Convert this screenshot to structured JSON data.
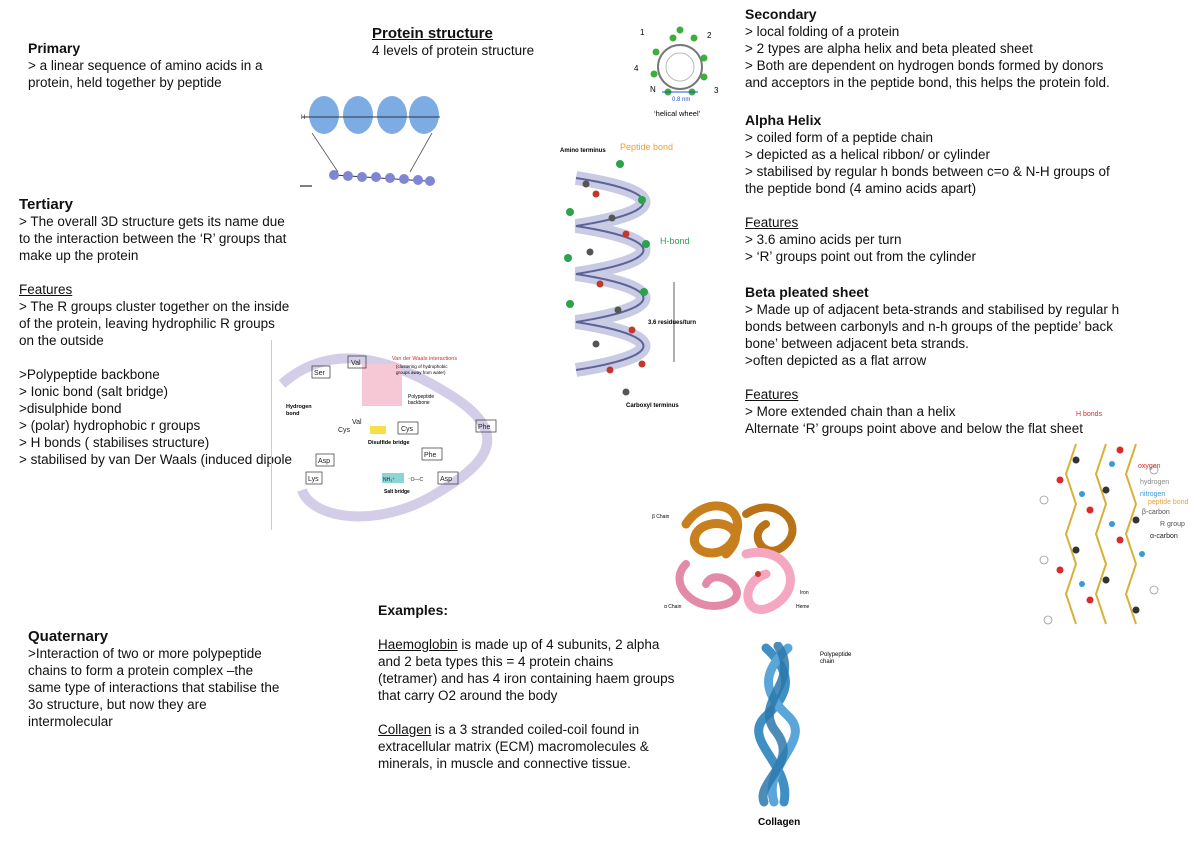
{
  "header": {
    "title": "Protein structure",
    "subtitle": "4 levels of protein structure"
  },
  "primary": {
    "heading": "Primary",
    "lines": [
      "> a linear sequence of amino acids in a",
      "protein, held together by peptide"
    ]
  },
  "tertiary": {
    "heading": "Tertiary",
    "lines": [
      "> The overall 3D structure gets its name due",
      "to the interaction between the ‘R’ groups that",
      "make up the protein"
    ],
    "features_heading": "Features",
    "features": [
      "> The R groups cluster together on the inside",
      "of the protein, leaving hydrophilic R groups",
      "on the outside"
    ],
    "bonds": [
      ">Polypeptide backbone",
      "> Ionic bond (salt bridge)",
      ">disulphide bond",
      "> (polar) hydrophobic r groups",
      "> H bonds ( stabilises structure)",
      "> stabilised by van Der Waals (induced dipole"
    ]
  },
  "quaternary": {
    "heading": "Quaternary",
    "lines": [
      ">Interaction of two or more polypeptide",
      "chains  to form a protein complex –the",
      "same type of interactions that stabilise the",
      "3o structure, but now they are",
      "intermolecular"
    ]
  },
  "examples": {
    "heading": "Examples:",
    "haemoglobin_term": "Haemoglobin",
    "haemoglobin_rest": " is made up of 4 subunits, 2 alpha",
    "haemoglobin_lines": [
      "and 2 beta types this = 4 protein chains",
      "(tetramer) and has 4 iron containing haem groups",
      "that carry O2 around the body"
    ],
    "collagen_term": "Collagen",
    "collagen_rest": " is a 3 stranded coiled-coil found in",
    "collagen_lines": [
      "extracellular matrix (ECM) macromolecules &",
      "minerals, in muscle and connective tissue."
    ]
  },
  "secondary": {
    "heading": "Secondary",
    "lines": [
      "> local folding of a protein",
      "> 2 types are alpha helix and beta pleated sheet",
      "> Both are dependent on hydrogen bonds formed by donors",
      "and acceptors in the peptide bond, this helps the protein fold."
    ]
  },
  "alpha_helix": {
    "heading": "Alpha Helix",
    "lines": [
      "> coiled form of a peptide chain",
      "> depicted as a helical ribbon/ or cylinder",
      "> stabilised by regular h bonds between c=o & N-H groups of",
      "the peptide bond (4 amino acids apart)"
    ],
    "features_heading": "Features",
    "features": [
      "> 3.6 amino acids per turn",
      "> ‘R’ groups point out from the cylinder"
    ]
  },
  "beta_sheet": {
    "heading": "Beta pleated sheet",
    "lines": [
      "> Made up of adjacent beta-strands and stabilised by regular h",
      "bonds between carbonyls and n-h groups of the peptide’ back",
      "bone’ between adjacent beta strands.",
      ">often depicted as a flat arrow"
    ],
    "features_heading": "Features",
    "features": [
      "> More extended chain than a helix",
      "Alternate ‘R’ groups point above and below the flat sheet"
    ]
  },
  "figures": {
    "helical_wheel": {
      "caption": "‘helical wheel’",
      "n1": "1",
      "n2": "2",
      "n3": "3",
      "n4": "4",
      "nN": "N",
      "scale": "0.8 nm"
    },
    "alpha_helix": {
      "amino": "Amino terminus",
      "peptide": "Peptide bond",
      "hbond": "H-bond",
      "residues": "3.6 residues/turn",
      "carboxyl": "Carboxyl terminus"
    },
    "tertiary": {
      "ser": "Ser",
      "val1": "Val",
      "val2": "Val",
      "cys1": "Cys",
      "cys2": "Cys",
      "phe1": "Phe",
      "phe2": "Phe",
      "asp1": "Asp",
      "asp2": "Asp",
      "lys": "Lys",
      "vdw": "Van der Waals interactions",
      "vdw_sub1": "(clustering of hydrophobic",
      "vdw_sub2": "groups away from water)",
      "backbone1": "Polypeptide",
      "backbone2": "backbone",
      "hbond1": "Hydrogen",
      "hbond2": "bond",
      "disulfide": "Disulfide bridge",
      "salt": "Salt bridge",
      "nh3": "NH₃⁺",
      "oc": "⁻O—C"
    },
    "haemoglobin": {
      "beta": "β Chain",
      "alpha": "α Chain",
      "iron": "Iron",
      "heme": "Heme"
    },
    "collagen": {
      "polypeptide1": "Polypeptide",
      "polypeptide2": "chain",
      "caption": "Collagen"
    },
    "beta_sheet": {
      "hbonds": "H bonds",
      "oxygen": "oxygen",
      "hydrogen": "hydrogen",
      "nitrogen": "nitrogen",
      "peptide": "peptide bond",
      "bcarbon": "β-carbon",
      "rgroup": "R group",
      "acarbon": "α-carbon"
    }
  },
  "colors": {
    "oxygen": "#d92b2b",
    "nitrogen": "#3a9ad9",
    "peptide": "#e8a13a",
    "hbond": "#2aa34a",
    "haem_beta": "#c8801e",
    "haem_alpha": "#f08fb0",
    "collagen": "#3f8fc4"
  }
}
